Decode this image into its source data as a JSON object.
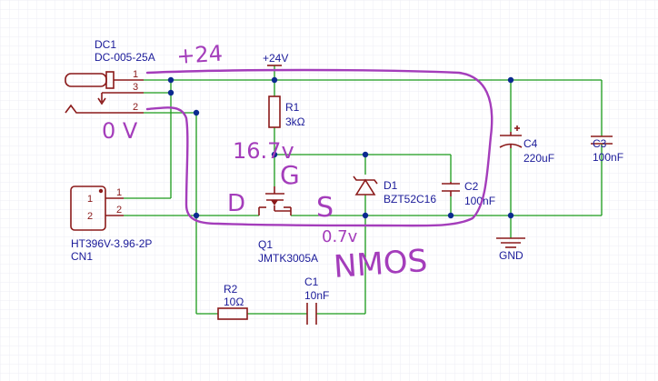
{
  "components": {
    "dc1": {
      "ref": "DC1",
      "value": "DC-005-25A",
      "pins": [
        "1",
        "3",
        "2"
      ]
    },
    "cn1": {
      "ref": "CN1",
      "value": "HT396V-3.96-2P",
      "pins": [
        "1",
        "2"
      ],
      "pin_wires": [
        "1",
        "2"
      ]
    },
    "r1": {
      "ref": "R1",
      "value": "3kΩ"
    },
    "r2": {
      "ref": "R2",
      "value": "10Ω"
    },
    "c1": {
      "ref": "C1",
      "value": "10nF"
    },
    "c2": {
      "ref": "C2",
      "value": "100nF"
    },
    "c3": {
      "ref": "C3",
      "value": "100nF"
    },
    "c4": {
      "ref": "C4",
      "value": "220uF"
    },
    "d1": {
      "ref": "D1",
      "value": "BZT52C16"
    },
    "q1": {
      "ref": "Q1",
      "value": "JMTK3005A"
    }
  },
  "power": {
    "vcc": "+24V",
    "gnd": "GND"
  },
  "annotations": {
    "plus24": "+24",
    "zero_v": "0 V",
    "gate_v": "16.7v",
    "gate": "G",
    "drain": "D",
    "source": "S",
    "source_v": "0.7v",
    "nmos": "NMOS"
  },
  "colors": {
    "wire": "#1a9a1a",
    "component": "#8b1a1a",
    "label": "#1a1a99",
    "node": "#0b2a8f",
    "handwriting": "#a43dbb",
    "grid": "#ededf4"
  }
}
